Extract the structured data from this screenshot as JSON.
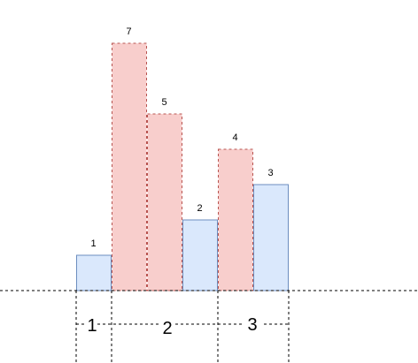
{
  "colors": {
    "blue_fill": "#dae8fc",
    "blue_stroke": "#6c8ebf",
    "red_fill": "#f8cecc",
    "red_stroke": "#b85450",
    "line": "#000000"
  },
  "chart_data": {
    "type": "bar",
    "values": [
      1,
      7,
      5,
      2,
      4,
      3
    ],
    "bar_styles": [
      "blue",
      "red",
      "red",
      "blue",
      "red",
      "blue"
    ],
    "groups": [
      {
        "label": "1",
        "bar_indices": [
          0
        ]
      },
      {
        "label": "2",
        "bar_indices": [
          1,
          2,
          3
        ]
      },
      {
        "label": "3",
        "bar_indices": [
          4,
          5
        ]
      }
    ],
    "baseline": "dashed",
    "grid": false,
    "legend": "none"
  }
}
